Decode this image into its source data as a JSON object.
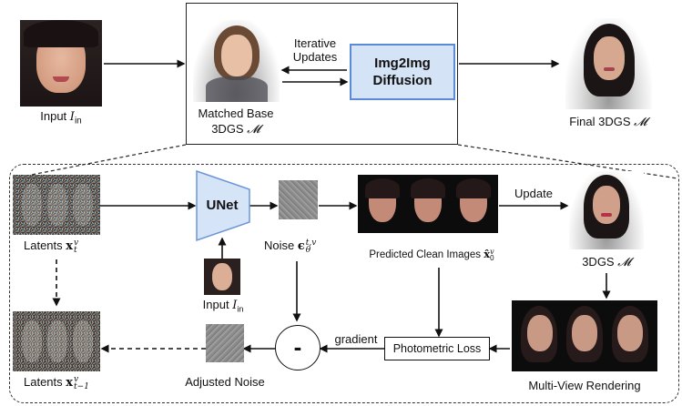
{
  "top": {
    "input_label": "Input",
    "input_symbol": "I",
    "input_subscript": "in",
    "matched_base_line1": "Matched Base",
    "matched_base_line2": "3DGS",
    "script_m": "𝓜",
    "iterative_line1": "Iterative",
    "iterative_line2": "Updates",
    "img2img_line1": "Img2Img",
    "img2img_line2": "Diffusion",
    "final_label": "Final 3DGS"
  },
  "bottom": {
    "latents_t_label": "Latents",
    "latents_t_symbol": "x",
    "latents_t_sup": "v",
    "latents_t_sub": "t",
    "unet_label": "UNet",
    "input_small_label": "Input",
    "input_small_symbol": "I",
    "input_small_subscript": "in",
    "noise_label": "Noise",
    "noise_symbol": "ϵ",
    "noise_sup": "t,v",
    "noise_sub": "θ",
    "predicted_label": "Predicted Clean Images",
    "predicted_symbol": "x̂",
    "predicted_sup": "v",
    "predicted_sub": "0",
    "update_label": "Update",
    "gs_label": "3DGS",
    "minus_symbol": "-",
    "gradient_label": "gradient",
    "photometric_label": "Photometric Loss",
    "multiview_label": "Multi-View Rendering",
    "latents_t1_label": "Latents",
    "latents_t1_symbol": "x",
    "latents_t1_sup": "v",
    "latents_t1_sub": "t−1",
    "adjusted_label": "Adjusted Noise"
  },
  "colors": {
    "img2img_fill": "#d5e3f7",
    "img2img_border": "#5b8bd6",
    "unet_fill": "#d6e4f8",
    "unet_border": "#6b95d8",
    "noise_gray": "#8a8a8a",
    "dark_bg": "#0c0c0c"
  }
}
